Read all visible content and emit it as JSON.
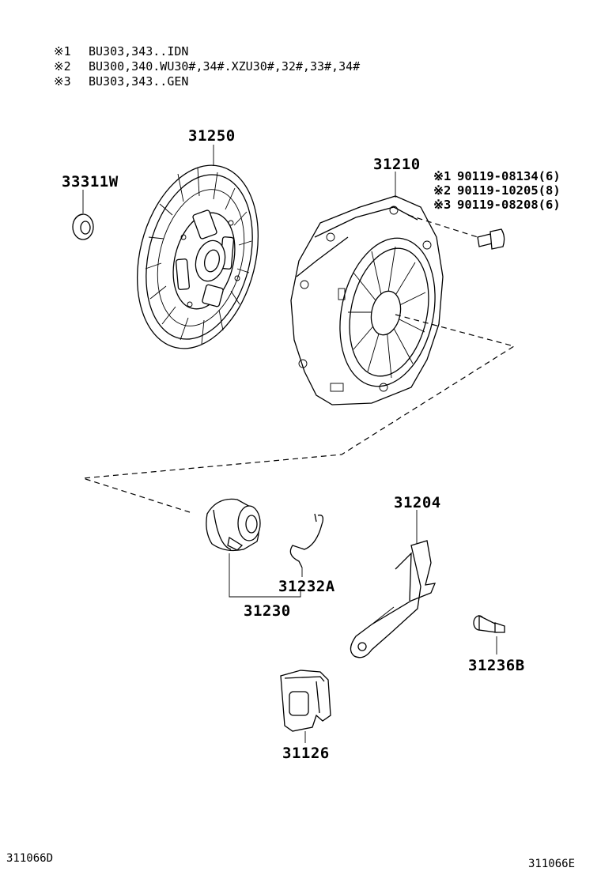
{
  "notes": [
    {
      "mark": "※1",
      "text": "BU303,343..IDN"
    },
    {
      "mark": "※2",
      "text": "BU300,340.WU30#,34#.XZU30#,32#,33#,34#"
    },
    {
      "mark": "※3",
      "text": "BU303,343..GEN"
    }
  ],
  "parts": {
    "disc": "31250",
    "bearing_small": "33311W",
    "cover": "31210",
    "fork": "31204",
    "clip": "31232A",
    "release_bearing": "31230",
    "pivot": "31236B",
    "boot": "31126"
  },
  "bolts": [
    {
      "mark": "※1",
      "part": "90119-08134(6)"
    },
    {
      "mark": "※2",
      "part": "90119-10205(8)"
    },
    {
      "mark": "※3",
      "part": "90119-08208(6)"
    }
  ],
  "codes": {
    "left": "311066D",
    "right": "311066E"
  }
}
